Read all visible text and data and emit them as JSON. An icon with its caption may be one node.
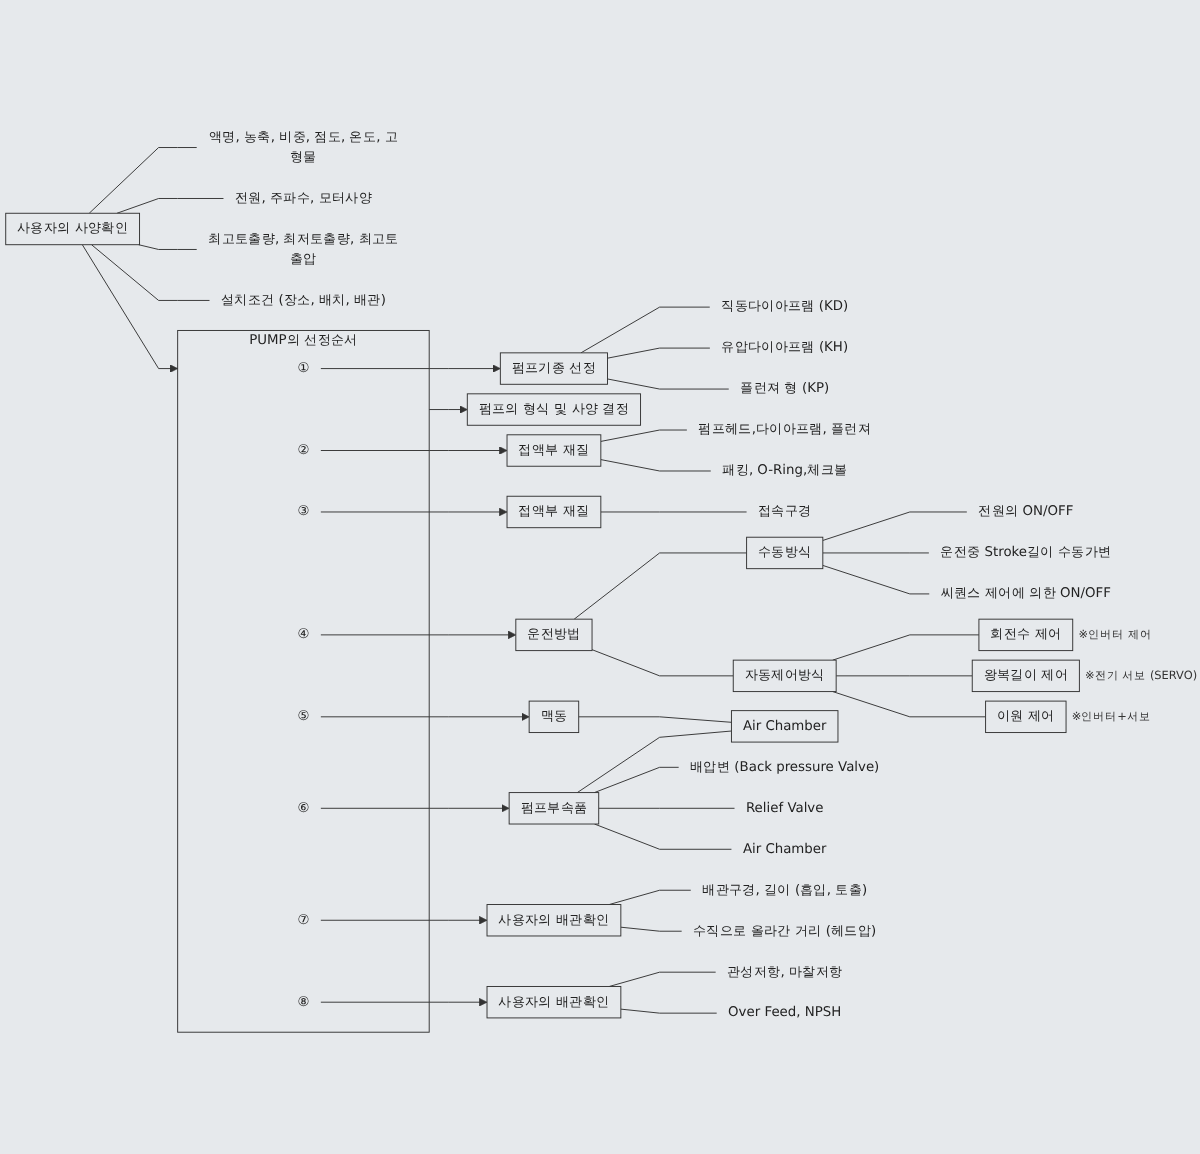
{
  "diagram": {
    "nodes": [
      {
        "text": [
          "사용자의 사양확인"
        ]
      },
      {
        "text": [
          "액명, 농축, 비중, 점도, 온도, 고형물"
        ]
      },
      {
        "text": [
          "전원, 주파수, 모터사양"
        ]
      },
      {
        "text": [
          "최고토출량, 최저토출량, 최고토출압"
        ]
      },
      {
        "text": [
          "설치조건 (장소, 배치, 배관)"
        ]
      },
      {
        "text": [
          "PUMP의 선정순서"
        ]
      },
      {
        "text": [
          "①"
        ],
        "in": 5
      },
      {
        "text": [
          "펌프기종 선정"
        ]
      },
      {
        "text": [
          "직동다이아프램 (KD)"
        ]
      },
      {
        "text": [
          "유압다이아프램 (KH)"
        ]
      },
      {
        "text": [
          "플런져 형 (KP)"
        ]
      },
      {
        "text": [
          "②"
        ],
        "in": 5
      },
      {
        "text": [
          "접액부 재질"
        ]
      },
      {
        "text": [
          "펌프헤드,다이아프램, 플런져"
        ]
      },
      {
        "text": [
          "패킹, O-Ring,체크볼"
        ]
      },
      {
        "text": [
          "③"
        ],
        "in": 5
      },
      {
        "text": [
          "접액부 재질"
        ]
      },
      {
        "text": [
          "접속구경"
        ]
      },
      {
        "text": [
          "④"
        ],
        "in": 5
      },
      {
        "text": [
          "운전방법"
        ]
      },
      {
        "text": [
          "수동방식"
        ]
      },
      {
        "text": [
          "전원의 ON/OFF"
        ]
      },
      {
        "text": [
          "운전중 Stroke길이 수동가변"
        ]
      },
      {
        "text": [
          "씨퀀스 제어에 의한 ON/OFF"
        ]
      },
      {
        "text": [
          "자동제어방식"
        ]
      },
      {
        "text": [
          "회전수 제어"
        ],
        "beside": [
          "※인버터 제어"
        ]
      },
      {
        "text": [
          "왕복길이 제어"
        ],
        "beside": [
          "※전기 서보 (SERVO)"
        ]
      },
      {
        "text": [
          "이원 제어"
        ],
        "beside": [
          "※인버터+서보"
        ]
      },
      {
        "text": [
          "⑤"
        ],
        "in": 5
      },
      {
        "text": [
          "맥동"
        ]
      },
      {
        "text": [
          "Air Chamber"
        ]
      },
      {
        "text": [
          "⑥"
        ],
        "in": 5
      },
      {
        "text": [
          "펌프부속품"
        ]
      },
      {
        "text": [
          "배압변 (Back pressure Valve)"
        ]
      },
      {
        "text": [
          "Relief Valve"
        ]
      },
      {
        "text": [
          "Air Chamber"
        ]
      },
      {
        "text": [
          "⑦"
        ],
        "in": 5
      },
      {
        "text": [
          "사용자의 배관확인"
        ]
      },
      {
        "text": [
          "배관구경, 길이 (흡입, 토출)"
        ]
      },
      {
        "text": [
          "수직으로 올라간 거리 (헤드압)"
        ]
      },
      {
        "text": [
          "⑧"
        ],
        "in": 5
      },
      {
        "text": [
          "사용자의 배관확인"
        ]
      },
      {
        "text": [
          "관성저항, 마찰저항"
        ]
      },
      {
        "text": [
          "Over Feed, NPSH"
        ]
      },
      {
        "text": [
          "펌프의 형식 및 사양 결정"
        ]
      }
    ],
    "edges": [
      {
        "from": 0,
        "to": 1,
        "arrow": "none"
      },
      {
        "from": 0,
        "to": 2,
        "arrow": "none"
      },
      {
        "from": 0,
        "to": 3,
        "arrow": "none"
      },
      {
        "from": 0,
        "to": 4,
        "arrow": "none"
      },
      {
        "from": 0,
        "to": 5,
        "arrow": "to"
      },
      {
        "from": 6,
        "to": 7,
        "arrow": "to"
      },
      {
        "from": 7,
        "to": 8,
        "arrow": "none"
      },
      {
        "from": 7,
        "to": 9,
        "arrow": "none"
      },
      {
        "from": 7,
        "to": 10,
        "arrow": "none"
      },
      {
        "from": 11,
        "to": 12,
        "arrow": "to"
      },
      {
        "from": 12,
        "to": 13,
        "arrow": "none"
      },
      {
        "from": 12,
        "to": 14,
        "arrow": "none"
      },
      {
        "from": 15,
        "to": 16,
        "arrow": "to"
      },
      {
        "from": 16,
        "to": 17,
        "arrow": "none"
      },
      {
        "from": 18,
        "to": 19,
        "arrow": "to"
      },
      {
        "from": 19,
        "to": 20,
        "arrow": "none"
      },
      {
        "from": 19,
        "to": 24,
        "arrow": "none"
      },
      {
        "from": 20,
        "to": 21,
        "arrow": "none"
      },
      {
        "from": 20,
        "to": 22,
        "arrow": "none"
      },
      {
        "from": 20,
        "to": 23,
        "arrow": "none"
      },
      {
        "from": 24,
        "to": 25,
        "arrow": "none"
      },
      {
        "from": 24,
        "to": 26,
        "arrow": "none"
      },
      {
        "from": 24,
        "to": 27,
        "arrow": "none"
      },
      {
        "from": 28,
        "to": 29,
        "arrow": "to"
      },
      {
        "from": 29,
        "to": 30,
        "arrow": "none"
      },
      {
        "from": 31,
        "to": 32,
        "arrow": "to"
      },
      {
        "from": 32,
        "to": 30,
        "arrow": "none"
      },
      {
        "from": 32,
        "to": 33,
        "arrow": "none"
      },
      {
        "from": 32,
        "to": 34,
        "arrow": "none"
      },
      {
        "from": 32,
        "to": 35,
        "arrow": "none"
      },
      {
        "from": 36,
        "to": 37,
        "arrow": "to"
      },
      {
        "from": 37,
        "to": 38,
        "arrow": "none"
      },
      {
        "from": 37,
        "to": 39,
        "arrow": "none"
      },
      {
        "from": 40,
        "to": 41,
        "arrow": "to"
      },
      {
        "from": 41,
        "to": 42,
        "arrow": "none"
      },
      {
        "from": 41,
        "to": 43,
        "arrow": "none"
      },
      {
        "from": 5,
        "to": 44,
        "arrow": "to"
      }
    ]
  }
}
